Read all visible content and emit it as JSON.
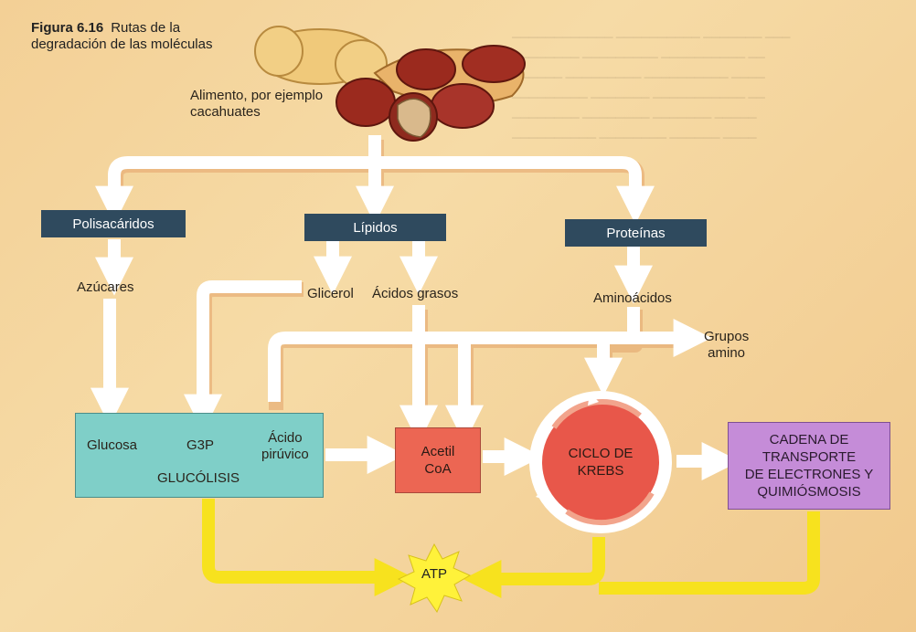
{
  "figure": {
    "number": "Figura 6.16",
    "title_line1": "Rutas de la",
    "title_line2": "degradación de las moléculas"
  },
  "food": {
    "label_line1": "Alimento, por ejemplo",
    "label_line2": "cacahuates"
  },
  "categories": {
    "polisacaridos": "Polisacáridos",
    "lipidos": "Lípidos",
    "proteinas": "Proteínas"
  },
  "monomers": {
    "azucares": "Azúcares",
    "glicerol": "Glicerol",
    "acidos_grasos": "Ácidos grasos",
    "aminoacidos": "Aminoácidos",
    "grupos_amino_line1": "Grupos",
    "grupos_amino_line2": "amino"
  },
  "glycolysis": {
    "glucosa": "Glucosa",
    "g3p": "G3P",
    "piruvico_line1": "Ácido",
    "piruvico_line2": "pirúvico",
    "label": "GLUCÓLISIS"
  },
  "acetil": {
    "line1": "Acetil",
    "line2": "CoA"
  },
  "krebs": {
    "line1": "CICLO DE",
    "line2": "KREBS"
  },
  "cadena": {
    "line1": "CADENA DE",
    "line2": "TRANSPORTE",
    "line3": "DE ELECTRONES Y",
    "line4": "QUIMIÓSMOSIS"
  },
  "atp": "ATP",
  "colors": {
    "navy_box": "#2f4a5e",
    "glycolysis_box": "#7fcfc8",
    "acetil_box": "#ec6653",
    "krebs_circle": "#e8574a",
    "cadena_box": "#c58cd8",
    "arrow_white": "#ffffff",
    "arrow_yellow": "#f7e21e",
    "atp_star": "#fff23a"
  }
}
